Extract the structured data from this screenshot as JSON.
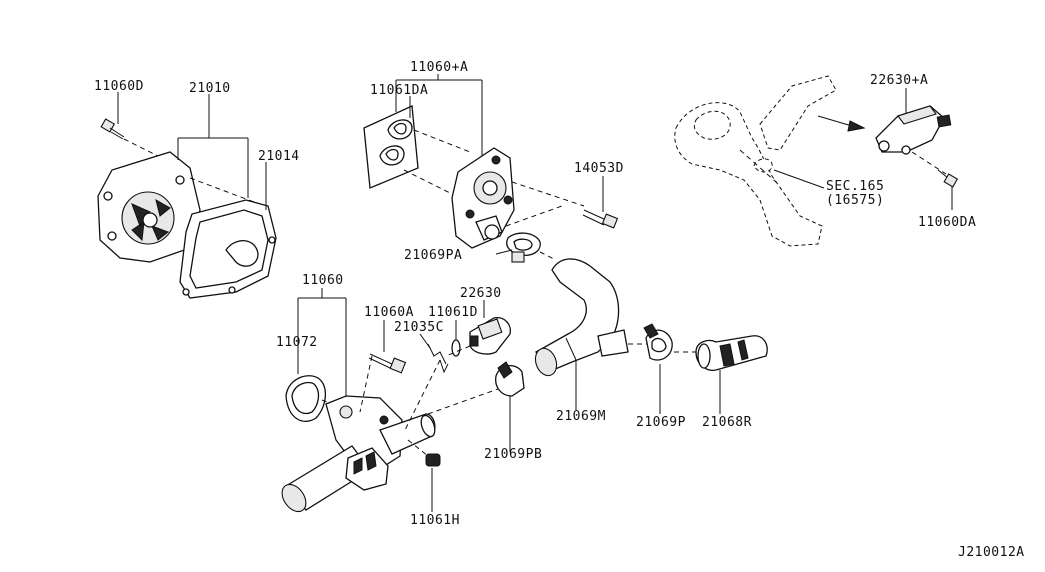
{
  "labels": {
    "p11060D": "11060D",
    "p21010": "21010",
    "p21014": "21014",
    "p11060A_plus": "11060+A",
    "p11061DA": "11061DA",
    "p14053D": "14053D",
    "p21069PA": "21069PA",
    "p22630A_plus": "22630+A",
    "pSEC165": "SEC.165",
    "pSEC165_ref": "(16575)",
    "p11060DA": "11060DA",
    "p11060": "11060",
    "p11060A": "11060A",
    "p11061D": "11061D",
    "p22630": "22630",
    "p21035C": "21035C",
    "p11072": "11072",
    "p21069M": "21069M",
    "p21069P": "21069P",
    "p21068R": "21068R",
    "p21069PB": "21069PB",
    "p11061H": "11061H"
  },
  "diagram_id": "J210012A"
}
